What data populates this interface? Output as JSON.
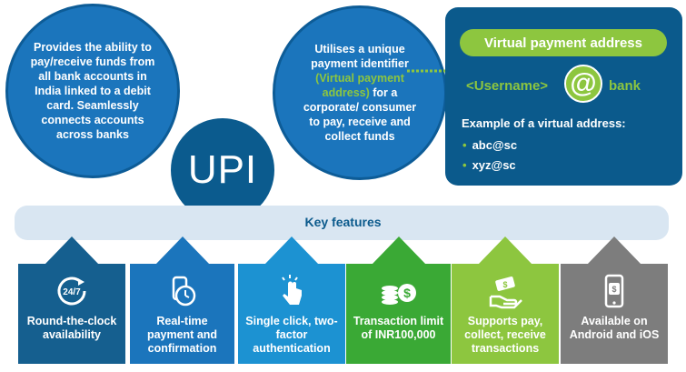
{
  "left_circle": {
    "text": "Provides the ability to pay/receive funds from all bank accounts in India linked to a debit card. Seamlessly connects accounts across banks"
  },
  "right_circle": {
    "text_before": "Utilises a unique payment identifier",
    "text_highlight": "(Virtual payment address)",
    "text_after": "for a corporate/ consumer to pay, receive and collect funds"
  },
  "center_circle": {
    "label": "UPI"
  },
  "vpa": {
    "title": "Virtual payment address",
    "username": "<Username>",
    "at_symbol": "@",
    "bank": "bank",
    "example_title": "Example of a virtual address:",
    "examples": [
      "abc@sc",
      "xyz@sc"
    ]
  },
  "key_features": {
    "title": "Key features",
    "tiles": [
      {
        "label": "Round-the-clock availability",
        "icon": "24-7-icon",
        "color": "#155f8f"
      },
      {
        "label": "Real-time payment and confirmation",
        "icon": "stopwatch-icon",
        "color": "#1b75bc"
      },
      {
        "label": "Single click,  two-factor authentication",
        "icon": "tap-icon",
        "color": "#1c92d2"
      },
      {
        "label": "Transaction limit of INR100,000",
        "icon": "coins-icon",
        "color": "#3aa935"
      },
      {
        "label": "Supports pay, collect, receive transactions",
        "icon": "money-hand-icon",
        "color": "#8dc63f"
      },
      {
        "label": "Available on Android and iOS",
        "icon": "phone-icon",
        "color": "#7d7d7d"
      }
    ]
  }
}
